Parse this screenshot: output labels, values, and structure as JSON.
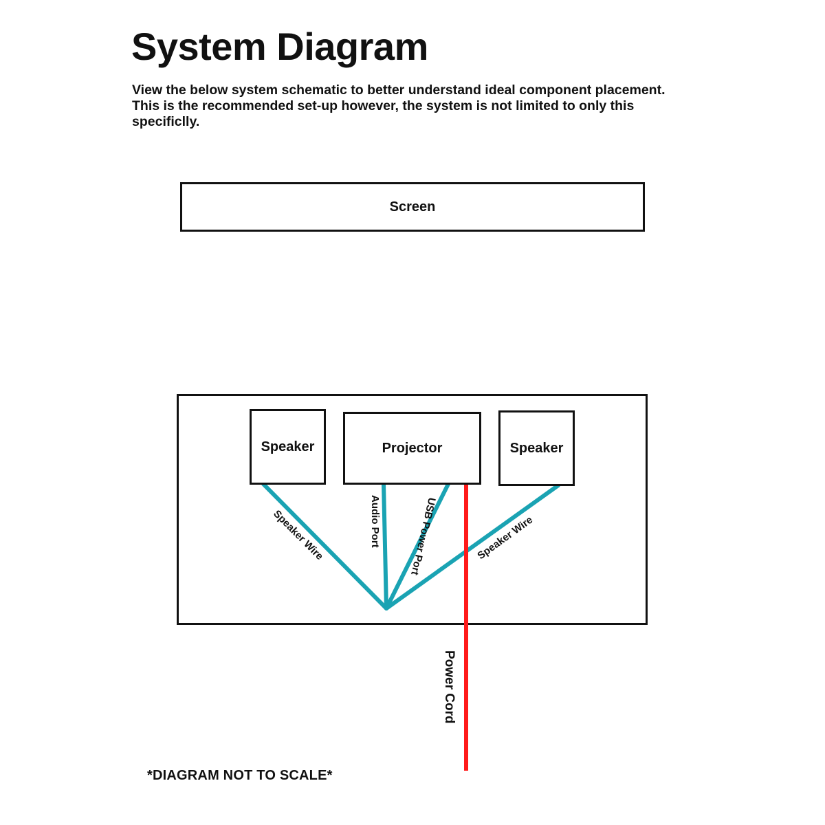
{
  "header": {
    "title": "System Diagram",
    "intro": "View the below system schematic to better understand ideal component placement. This is the recommended set-up however, the system is not limited to only this specificlly."
  },
  "diagram": {
    "screen": {
      "label": "Screen"
    },
    "components": {
      "speaker_left": {
        "label": "Speaker"
      },
      "projector": {
        "label": "Projector"
      },
      "speaker_right": {
        "label": "Speaker"
      }
    },
    "connections": {
      "speaker_wire_left": {
        "label": "Speaker Wire",
        "color": "#1aa3b3"
      },
      "audio_port": {
        "label": "Audio Port",
        "color": "#1aa3b3"
      },
      "usb_power_port": {
        "label": "USB Power Port",
        "color": "#1aa3b3"
      },
      "speaker_wire_right": {
        "label": "Speaker Wire",
        "color": "#1aa3b3"
      },
      "power_cord": {
        "label": "Power Cord",
        "color": "#ff1a1a"
      }
    }
  },
  "footnote": "*DIAGRAM NOT TO SCALE*"
}
